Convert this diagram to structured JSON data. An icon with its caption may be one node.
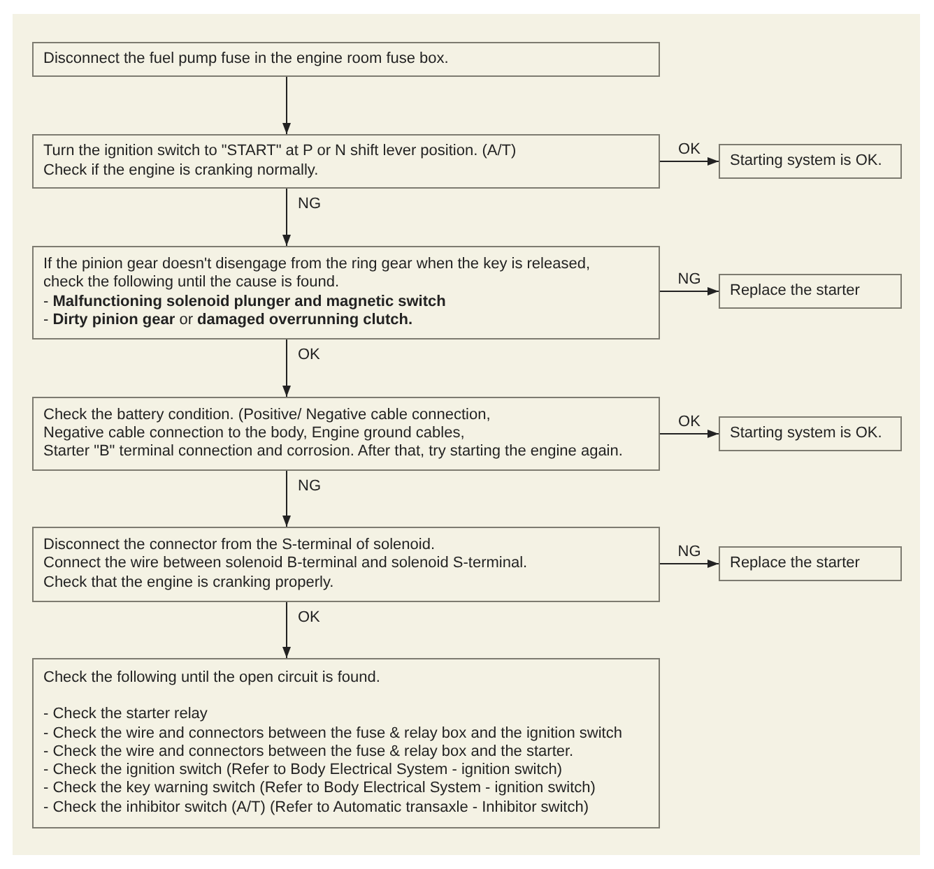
{
  "diagram": {
    "nodes": [
      {
        "text": [
          "Disconnect the fuel pump fuse in the engine room fuse box."
        ]
      },
      {
        "text": [
          "Turn the ignition switch to \"START\" at P or N shift lever position. (A/T)",
          "Check if the engine is cranking normally."
        ]
      },
      {
        "text": [
          "Starting system is OK."
        ]
      },
      {
        "text": [
          "If the pinion gear doesn't disengage from the ring gear when the key is released, check the following until the cause is found.",
          "- **Malfunctioning solenoid plunger and magnetic switch**",
          "- **Dirty pinion gear** or **damaged overrunning clutch.**"
        ]
      },
      {
        "text": [
          "Replace the starter"
        ]
      },
      {
        "text": [
          "Check the battery condition. (Positive/ Negative cable connection,",
          "Negative cable connection to the body, Engine ground cables,",
          "Starter \"B\" terminal connection and corrosion. After that, try starting the engine again."
        ]
      },
      {
        "text": [
          "Starting system is OK."
        ]
      },
      {
        "text": [
          "Disconnect the connector from the S-terminal of solenoid.",
          "Connect the wire between solenoid B-terminal and solenoid S-terminal.",
          "Check that the engine is cranking properly."
        ]
      },
      {
        "text": [
          "Replace the starter"
        ]
      },
      {
        "text": [
          "Check the following until the open circuit is found.",
          "- Check the starter relay",
          "- Check the wire and connectors between the fuse & relay box and the ignition switch",
          "- Check the wire and connectors between the fuse & relay box and the starter.",
          "- Check the ignition switch (Refer to Body Electrical System - ignition switch)",
          "- Check the key warning switch (Refer to Body Electrical System - ignition switch)",
          "- Check the inhibitor switch (A/T) (Refer to Automatic transaxle - Inhibitor switch)"
        ]
      }
    ],
    "edges": [
      {
        "from": 0,
        "to": 1,
        "arrow": "to"
      },
      {
        "from": 1,
        "to": 2,
        "arrow": "to",
        "label": "OK"
      },
      {
        "from": 1,
        "to": 3,
        "arrow": "to",
        "label": "NG"
      },
      {
        "from": 3,
        "to": 4,
        "arrow": "to",
        "label": "NG"
      },
      {
        "from": 3,
        "to": 5,
        "arrow": "to",
        "label": "OK"
      },
      {
        "from": 5,
        "to": 6,
        "arrow": "to",
        "label": "OK"
      },
      {
        "from": 5,
        "to": 7,
        "arrow": "to",
        "label": "NG"
      },
      {
        "from": 7,
        "to": 8,
        "arrow": "to",
        "label": "NG"
      },
      {
        "from": 7,
        "to": 9,
        "arrow": "to",
        "label": "OK"
      }
    ]
  }
}
